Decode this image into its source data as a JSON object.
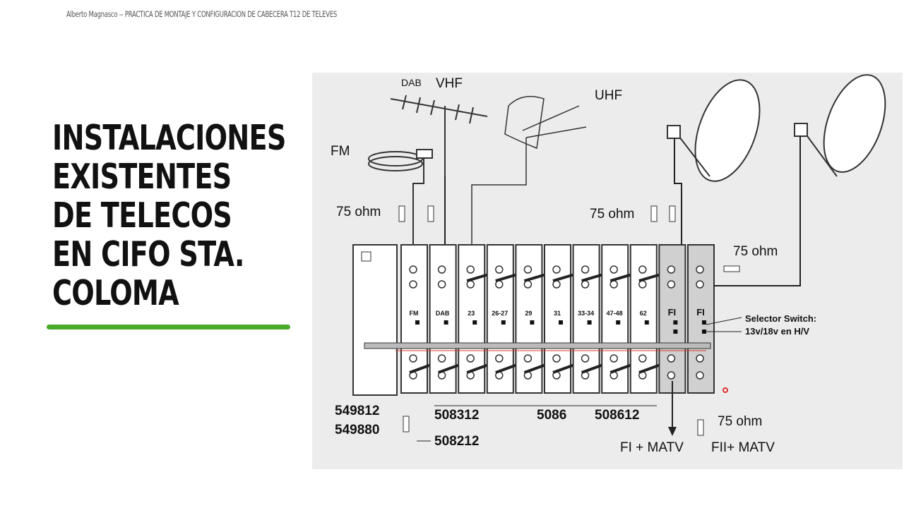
{
  "header": {
    "text": "Alberto Magnasco -- PRACTICA DE MONTAJE Y CONFIGURACION DE CABECERA T12 DE TELEVES"
  },
  "slide": {
    "title": "INSTALACIONES EXISTENTES DE TELECOS  EN CIFO STA. COLOMA",
    "accent_color": "#4aab2a"
  },
  "diagram": {
    "antennas": {
      "dab": "DAB",
      "vhf": "VHF",
      "uhf": "UHF",
      "fm": "FM"
    },
    "terminations": {
      "t1": "75 ohm",
      "t2": "75 ohm",
      "t3": "75 ohm",
      "t4": "75 ohm"
    },
    "modules": [
      "FM",
      "DAB",
      "23",
      "26-27",
      "29",
      "31",
      "33-34",
      "47-48",
      "62",
      "FI",
      "FI"
    ],
    "selector_note": {
      "line1": "Selector Switch:",
      "line2": "13v/18v en H/V"
    },
    "part_numbers": {
      "psu1": "549812",
      "psu2": "549880",
      "p508312": "508312",
      "p5086": "5086",
      "p508612": "508612",
      "p508212": "508212"
    },
    "outputs": {
      "out1": "FI + MATV",
      "out2": "FII+ MATV"
    }
  }
}
